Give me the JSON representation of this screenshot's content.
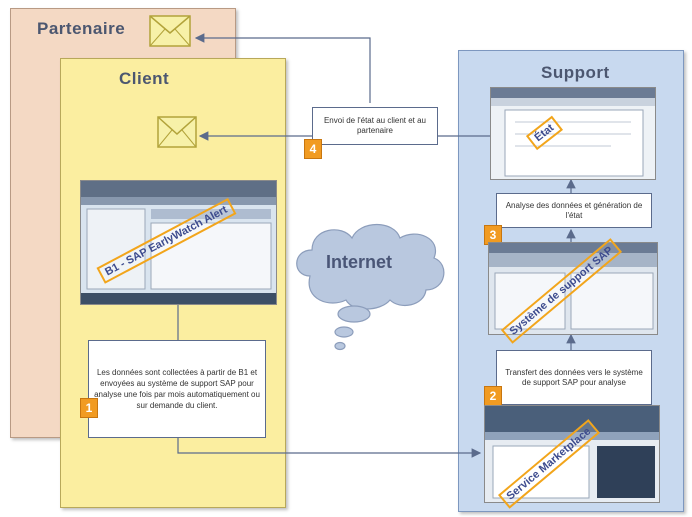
{
  "panels": {
    "partner_title": "Partenaire",
    "client_title": "Client",
    "support_title": "Support"
  },
  "cloud_label": "Internet",
  "steps": {
    "s1": "1",
    "s2": "2",
    "s3": "3",
    "s4": "4"
  },
  "boxes": {
    "send_report": "Envoi de l'état au client et au partenaire",
    "analysis": "Analyse des données et génération de l'état",
    "transfer": "Transfert des données vers le système de support SAP pour analyse",
    "collection": "Les données sont collectées à partir de B1 et envoyées au système de support SAP pour analyse une fois par mois automatiquement ou sur demande du client."
  },
  "stamps": {
    "earlywatch": "B1 - SAP EarlyWatch Alert",
    "report": "État",
    "support_system": "Système de support SAP",
    "marketplace": "Service Marketplace"
  },
  "icons": [
    "envelope-icon",
    "cloud-icon"
  ],
  "colors": {
    "partner_bg": "#f4d9c4",
    "client_bg": "#fbeea0",
    "support_bg": "#c8d9ef",
    "step_badge": "#f19b22",
    "connector": "#5b6b8c"
  }
}
